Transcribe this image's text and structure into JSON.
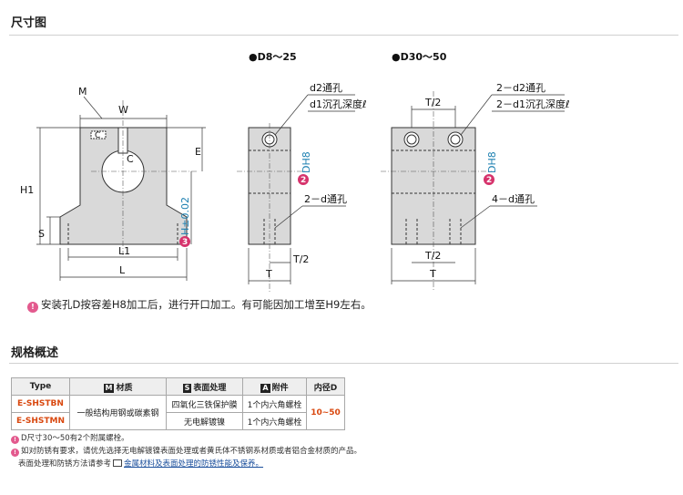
{
  "sections": {
    "dimensions_title": "尺寸图",
    "spec_title": "规格概述"
  },
  "drawing": {
    "group_small": "●D8～25",
    "group_large": "●D30～50",
    "labels": {
      "M": "M",
      "W": "W",
      "C": "C",
      "E": "E",
      "H1": "H1",
      "S": "S",
      "L1": "L1",
      "L": "L",
      "H_tol": "H±0.02",
      "H_num": "3",
      "D_H8": "DH8",
      "D_num": "2",
      "T": "T",
      "T_half": "T/2",
      "d2_hole": "d2通孔",
      "d1_counter": "d1沉孔深度ℓ",
      "d_hole_2": "2－d通孔",
      "d2_hole_2": "2－d2通孔",
      "d1_counter_2": "2－d1沉孔深度ℓ",
      "d_hole_4": "4－d通孔"
    }
  },
  "note": {
    "icon": "tip-icon",
    "text": "安装孔D按容差H8加工后，进行开口加工。有可能因加工增至H9左右。"
  },
  "table": {
    "headers": {
      "type": "Type",
      "material_badge": "M",
      "material": "材质",
      "surface_badge": "S",
      "surface": "表面处理",
      "accessory_badge": "A",
      "accessory": "附件",
      "inner_d": "内径D"
    },
    "rows": [
      {
        "type": "E-SHSTBN",
        "material": "一般结构用钢或碳素钢",
        "surface": "四氧化三铁保护膜",
        "accessory": "1个内六角螺栓",
        "inner_d": "10~50"
      },
      {
        "type": "E-SHSTMN",
        "surface": "无电解镀镍",
        "accessory": "1个内六角螺栓"
      }
    ]
  },
  "footnotes": [
    "D尺寸30～50有2个附属螺栓。",
    "如对防锈有要求，请优先选择无电解镀镍表面处理或者黄氏体不锈钢系材质或者铝合金材质的产品。",
    "表面处理和防锈方法请参考",
    "金属材料及表面处理的防锈性能及保养。"
  ]
}
